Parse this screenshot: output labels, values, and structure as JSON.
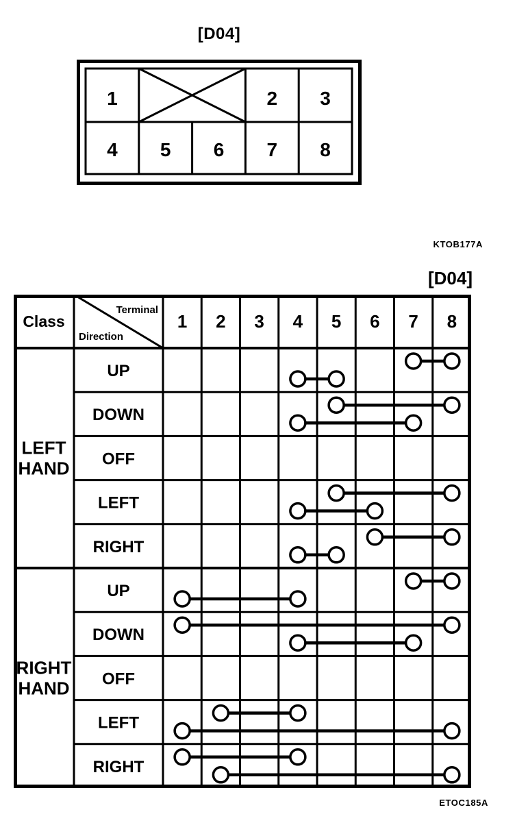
{
  "page": {
    "background": "#ffffff",
    "ink": "#000000"
  },
  "connector": {
    "title": "[D04]",
    "code": "KTOB177A",
    "top_row_cells": [
      {
        "label": "1",
        "crossed": false
      },
      {
        "label": "",
        "crossed": true
      },
      {
        "label": "2",
        "crossed": false
      },
      {
        "label": "3",
        "crossed": false
      }
    ],
    "bottom_row_cells": [
      "4",
      "5",
      "6",
      "7",
      "8"
    ]
  },
  "table": {
    "title": "[D04]",
    "code": "ETOC185A",
    "class_header": "Class",
    "diagonal_header": {
      "top_right": "Terminal",
      "bottom_left": "Direction"
    },
    "terminal_headers": [
      "1",
      "2",
      "3",
      "4",
      "5",
      "6",
      "7",
      "8"
    ],
    "groups": [
      {
        "class_label": "LEFT HAND",
        "rows": [
          {
            "direction": "UP",
            "connections": [
              [
                7,
                8
              ],
              [
                4,
                5
              ]
            ]
          },
          {
            "direction": "DOWN",
            "connections": [
              [
                5,
                8
              ],
              [
                4,
                7
              ]
            ]
          },
          {
            "direction": "OFF",
            "connections": []
          },
          {
            "direction": "LEFT",
            "connections": [
              [
                5,
                8
              ],
              [
                4,
                6
              ]
            ]
          },
          {
            "direction": "RIGHT",
            "connections": [
              [
                6,
                8
              ],
              [
                4,
                5
              ]
            ]
          }
        ]
      },
      {
        "class_label": "RIGHT HAND",
        "rows": [
          {
            "direction": "UP",
            "connections": [
              [
                7,
                8
              ],
              [
                1,
                4
              ]
            ]
          },
          {
            "direction": "DOWN",
            "connections": [
              [
                1,
                8
              ],
              [
                4,
                7
              ]
            ]
          },
          {
            "direction": "OFF",
            "connections": []
          },
          {
            "direction": "LEFT",
            "connections": [
              [
                2,
                4
              ],
              [
                1,
                8
              ]
            ]
          },
          {
            "direction": "RIGHT",
            "connections": [
              [
                1,
                4
              ],
              [
                2,
                8
              ]
            ]
          }
        ]
      }
    ]
  }
}
